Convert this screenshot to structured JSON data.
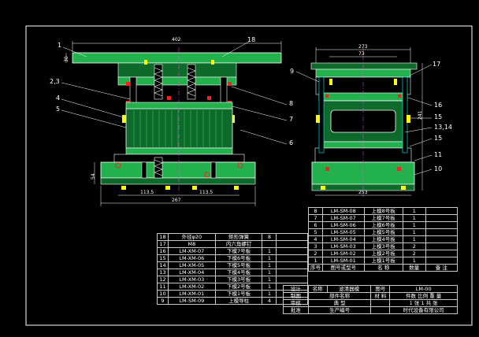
{
  "colors": {
    "outline": "#ffffff",
    "green": "#22b14c",
    "darkgreen": "#0e6a2a",
    "yellow": "#ffff00",
    "red": "#ff2020",
    "cyan": "#00ffff",
    "magenta": "#ff40ff"
  },
  "front_view": {
    "callouts": [
      "1",
      "2,3",
      "4",
      "5",
      "18",
      "8",
      "7",
      "6"
    ],
    "dims": {
      "width": "402",
      "height": "30",
      "left_half": "113.5",
      "right_half": "113.5",
      "bottom": "267",
      "base_height": "54"
    }
  },
  "side_view": {
    "callouts": [
      "9",
      "17",
      "16",
      "15",
      "13,14",
      "15",
      "11",
      "10"
    ],
    "dims": {
      "top1": "273",
      "top2": "73",
      "height": "241",
      "bottom": "253"
    }
  },
  "parts_table_left": {
    "rows": [
      {
        "no": "18",
        "code": "外径φ20",
        "name": "矩形弹簧",
        "qty": "8"
      },
      {
        "no": "17",
        "code": "M8",
        "name": "内六角螺钉",
        "qty": ""
      },
      {
        "no": "16",
        "code": "LM-XM-07",
        "name": "下模7号板",
        "qty": "1"
      },
      {
        "no": "15",
        "code": "LM-XM-06",
        "name": "下模6号板",
        "qty": "1"
      },
      {
        "no": "14",
        "code": "LM-XM-05",
        "name": "下模5号板",
        "qty": "1"
      },
      {
        "no": "13",
        "code": "LM-XM-04",
        "name": "下模4号板",
        "qty": "1"
      },
      {
        "no": "12",
        "code": "LM-XM-03",
        "name": "下模3号板",
        "qty": "1"
      },
      {
        "no": "11",
        "code": "LM-XM-02",
        "name": "下模2号板",
        "qty": "1"
      },
      {
        "no": "10",
        "code": "LM-XM-01",
        "name": "下模1号板",
        "qty": "1"
      },
      {
        "no": "9",
        "code": "LM-SM-09",
        "name": "上模导柱",
        "qty": "4"
      }
    ]
  },
  "parts_table_right": {
    "rows": [
      {
        "no": "8",
        "code": "LM-SM-08",
        "name": "上模8号板",
        "qty": "1"
      },
      {
        "no": "7",
        "code": "LM-SM-07",
        "name": "上模7号板",
        "qty": "1"
      },
      {
        "no": "6",
        "code": "LM-SM-06",
        "name": "上模6号板",
        "qty": "1"
      },
      {
        "no": "5",
        "code": "LM-SM-05",
        "name": "上模5号板",
        "qty": "1"
      },
      {
        "no": "4",
        "code": "LM-SM-04",
        "name": "上模4号板",
        "qty": "1"
      },
      {
        "no": "3",
        "code": "LM-SM-03",
        "name": "上模3号板",
        "qty": "2"
      },
      {
        "no": "2",
        "code": "LM-SM-02",
        "name": "上模2号板",
        "qty": "2"
      },
      {
        "no": "1",
        "code": "LM-SM-01",
        "name": "上模1号板",
        "qty": "1"
      }
    ],
    "header": {
      "no": "序号",
      "code": "图号或型号",
      "name": "名 称",
      "qty": "数量",
      "note": "备 注"
    }
  },
  "title_block": {
    "design": "设计",
    "name_label": "名称",
    "part_name": "滤清器模",
    "drawing_label": "图号",
    "drawing_no": "LM-00",
    "draw": "制图",
    "part_label": "部件名称",
    "material": "材 料",
    "quantity": "件数",
    "scale": "比例",
    "weight": "重 量",
    "review": "审核",
    "typical": "典 型",
    "sheet": "1 张 1 共 张",
    "approve": "批准",
    "production": "生产编号",
    "company": "时代设备有限公司"
  }
}
